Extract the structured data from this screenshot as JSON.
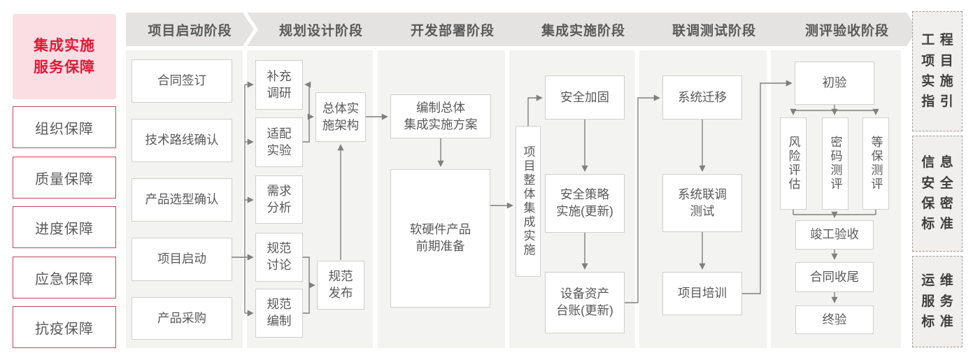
{
  "diagram_type": "project-implementation-flow",
  "colors": {
    "accent_red": "#e31837",
    "pink_bg": "#fadee3",
    "guard_border": "#c6455b",
    "text_gray": "#595959",
    "header_bg": "#e4e3e2",
    "panel_bg": "#f3f3f2",
    "node_border": "#cfcfce",
    "node_bg": "#ffffff",
    "line_gray": "#7f7f7f",
    "dash_border": "#9d9d9d",
    "dark_text": "#3f3f3f"
  },
  "sidebar": {
    "title": [
      "集成实施",
      "服务保障"
    ],
    "items": [
      "组织保障",
      "质量保障",
      "进度保障",
      "应急保障",
      "抗疫保障"
    ]
  },
  "columns": [
    {
      "header": "项目启动阶段",
      "nodes": [
        "合同签订",
        "技术路线确认",
        "产品选型确认",
        "项目启动",
        "产品采购"
      ]
    },
    {
      "header": "规划设计阶段",
      "nodes": [
        [
          "补充",
          "调研"
        ],
        [
          "适配",
          "实验"
        ],
        [
          "需求",
          "分析"
        ],
        [
          "规范",
          "讨论"
        ],
        [
          "规范",
          "编制"
        ],
        [
          "总体实",
          "施架构"
        ],
        [
          "规范",
          "发布"
        ]
      ]
    },
    {
      "header": "开发部署阶段",
      "nodes": [
        [
          "编制总体",
          "集成实施方案"
        ],
        [
          "软硬件产品",
          "前期准备"
        ]
      ]
    },
    {
      "header": "集成实施阶段",
      "nodes": [
        "项目整体集成实施",
        "安全加固",
        [
          "安全策略",
          "实施(更新)"
        ],
        [
          "设备资产",
          "台账(更新)"
        ]
      ]
    },
    {
      "header": "联调测试阶段",
      "nodes": [
        "系统迁移",
        [
          "系统联调",
          "测试"
        ],
        "项目培训"
      ]
    },
    {
      "header": "测评验收阶段",
      "nodes": [
        "初验",
        "风险评估",
        "密码测评",
        "等保测评",
        "竣工验收",
        "合同收尾",
        "终验"
      ]
    }
  ],
  "right_panel": [
    [
      "工程",
      "项目",
      "实施",
      "指引"
    ],
    [
      "信息",
      "安全",
      "保密",
      "标准"
    ],
    [
      "运维",
      "服务",
      "标准"
    ]
  ]
}
